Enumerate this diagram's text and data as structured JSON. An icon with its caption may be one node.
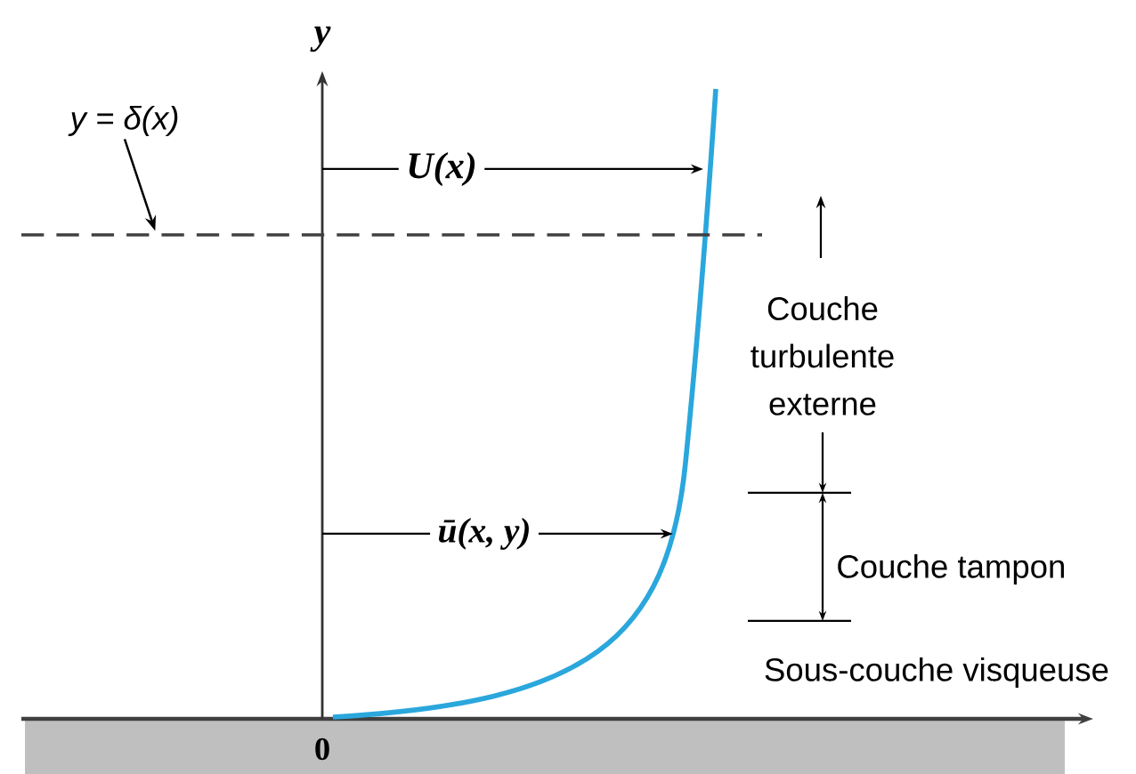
{
  "diagram": {
    "nodes": [
      {
        "text": [
          "y = δ(x)"
        ]
      },
      {
        "text": [],
        "shape": "line"
      }
    ],
    "edges": [
      {
        "from": 0,
        "to": 1,
        "arrow": "to"
      }
    ],
    "labels": [
      "y",
      "U(x)",
      "ū(x, y)",
      "Couche turbulente externe",
      "Couche tampon",
      "Sous-couche visqueuse",
      "0"
    ]
  }
}
